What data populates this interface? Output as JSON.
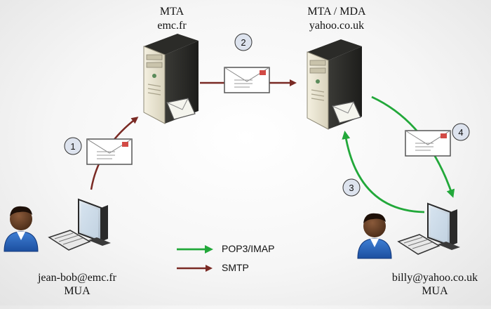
{
  "servers": {
    "left": {
      "title": "MTA",
      "domain": "emc.fr"
    },
    "right": {
      "title": "MTA / MDA",
      "domain": "yahoo.co.uk"
    }
  },
  "clients": {
    "left": {
      "address": "jean-bob@emc.fr",
      "role": "MUA"
    },
    "right": {
      "address": "billy@yahoo.co.uk",
      "role": "MUA"
    }
  },
  "steps": [
    "1",
    "2",
    "3",
    "4"
  ],
  "legend": [
    {
      "label": "POP3/IMAP",
      "color": "#22a83a"
    },
    {
      "label": "SMTP",
      "color": "#7a2a24"
    }
  ],
  "colors": {
    "smtp": "#7a2a24",
    "pop": "#22a83a",
    "stamp": "#d24a45"
  }
}
